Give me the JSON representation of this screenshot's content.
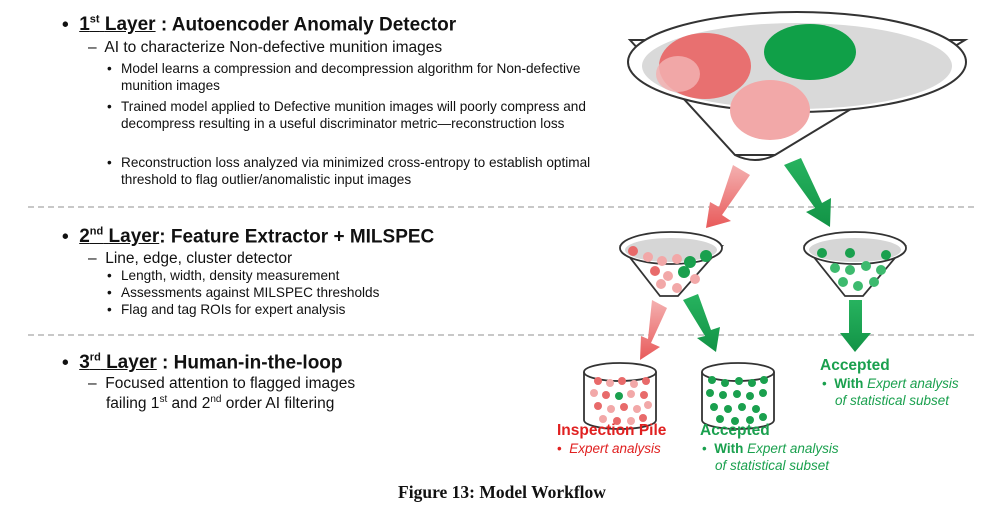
{
  "layer1": {
    "number": "1",
    "suffix": "st",
    "word": "Layer",
    "title": " : Autoencoder Anomaly Detector",
    "sub": "AI to characterize Non-defective munition images",
    "bullets": [
      "Model learns a compression and decompression algorithm for Non-defective munition images",
      "Trained model applied to Defective munition images will poorly compress and decompress resulting in a useful discriminator metric—reconstruction loss",
      "Reconstruction loss analyzed via minimized cross-entropy to establish optimal threshold to flag outlier/anomalistic input images"
    ]
  },
  "layer2": {
    "number": "2",
    "suffix": "nd",
    "word": "Layer",
    "title": ": Feature Extractor + MILSPEC",
    "sub": "Line, edge, cluster detector",
    "bullets": [
      "Length, width, density measurement",
      "Assessments against MILSPEC thresholds",
      "Flag and tag ROIs for expert analysis"
    ]
  },
  "layer3": {
    "number": "3",
    "suffix": "rd",
    "word": "Layer",
    "title": " : Human-in-the-loop",
    "sub_line1": "Focused attention to flagged images",
    "sub_line2_a": "failing 1",
    "sub_line2_sup1": "st",
    "sub_line2_b": " and 2",
    "sub_line2_sup2": "nd",
    "sub_line2_c": " order AI filtering"
  },
  "outputs": {
    "inspection_title": "Inspection Pile",
    "inspection_sub": "Expert analysis",
    "accepted_title": "Accepted",
    "with_word": "With",
    "expert_line1": "Expert analysis",
    "expert_line2": "of statistical subset"
  },
  "caption": "Figure 13: Model Workflow",
  "colors": {
    "green": "#1aa04e",
    "red": "#e02020",
    "pink": "#f0a0a0",
    "red_fill": "#e86a6a",
    "gray_rim": "#d0d0d0"
  }
}
